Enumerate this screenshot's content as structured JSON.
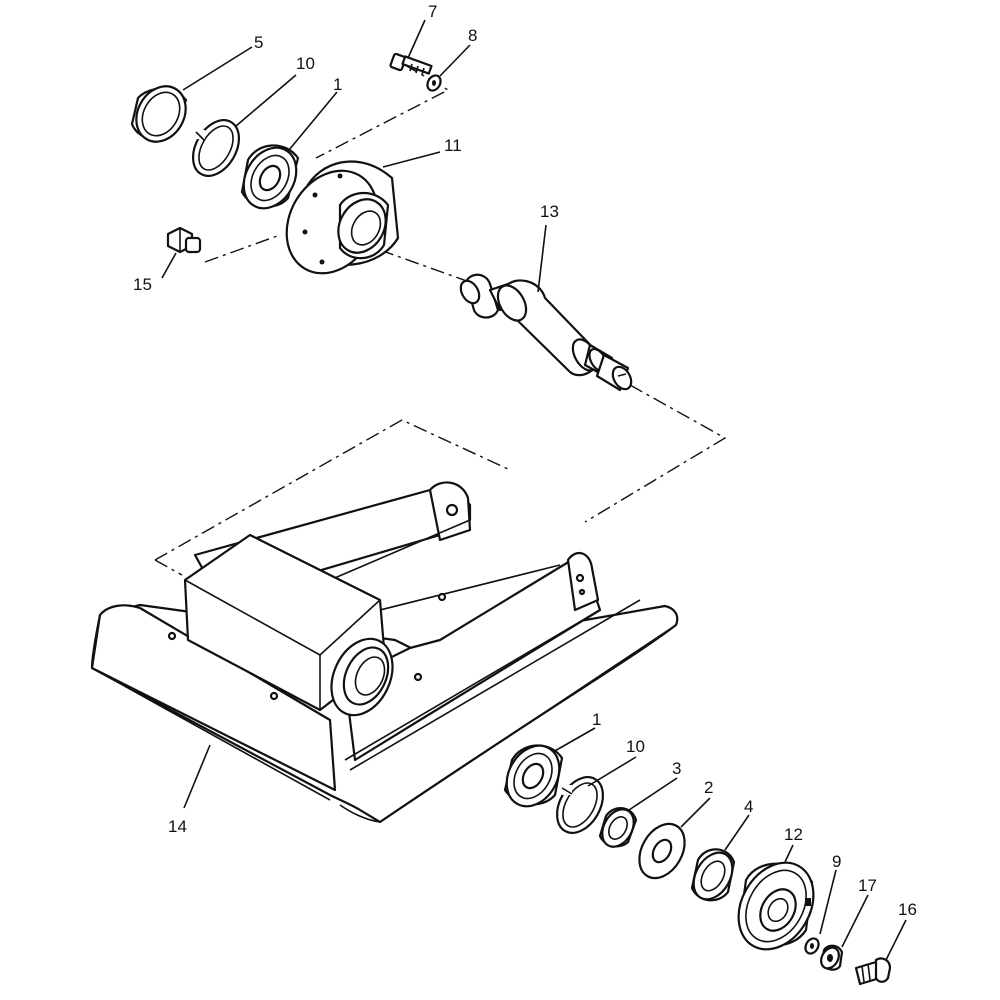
{
  "callouts": {
    "c1_top": "1",
    "c5": "5",
    "c7": "7",
    "c8": "8",
    "c10_top": "10",
    "c11": "11",
    "c13": "13",
    "c14": "14",
    "c15": "15",
    "c1_bottom": "1",
    "c10_bottom": "10",
    "c3": "3",
    "c2": "2",
    "c4": "4",
    "c12": "12",
    "c9": "9",
    "c17": "17",
    "c16": "16"
  },
  "colors": {
    "ink": "#111111",
    "paper": "#ffffff"
  }
}
